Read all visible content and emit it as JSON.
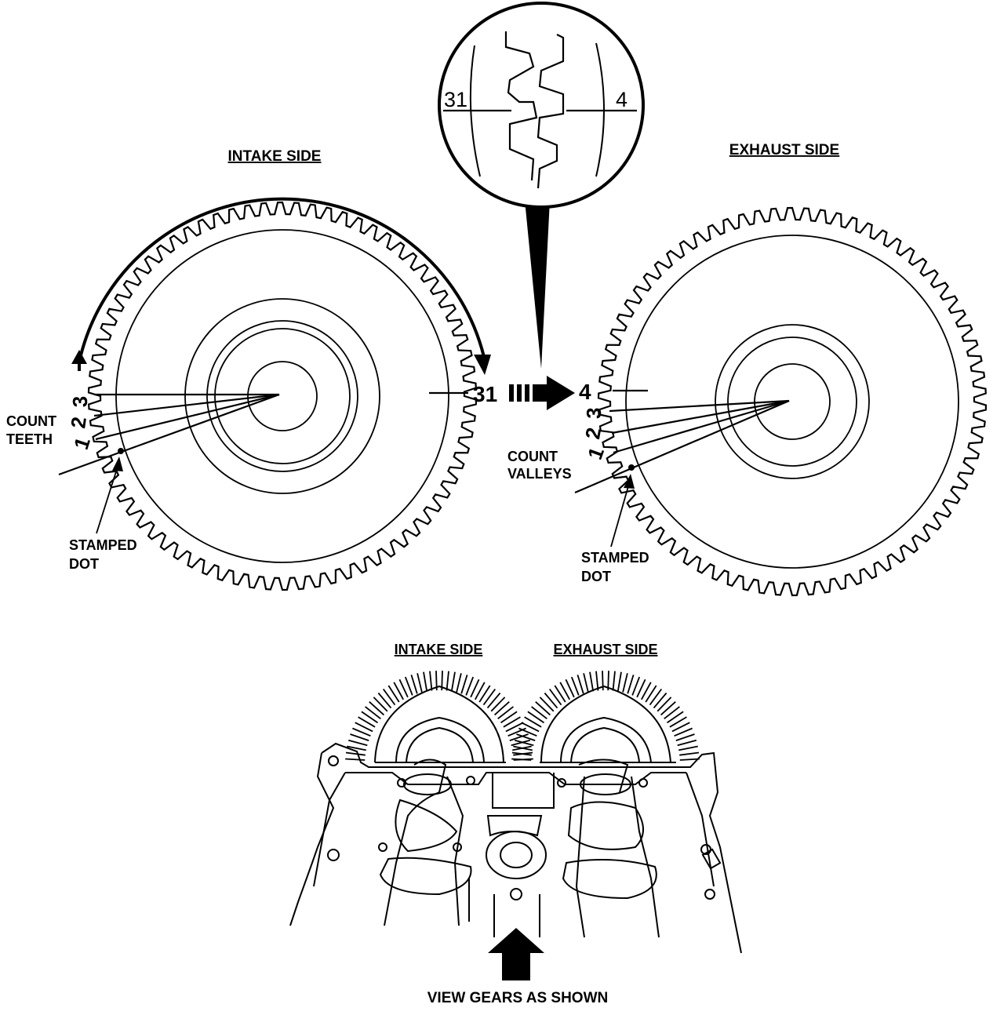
{
  "labels": {
    "intake_side": "INTAKE SIDE",
    "exhaust_side": "EXHAUST SIDE",
    "count_teeth_1": "COUNT",
    "count_teeth_2": "TEETH",
    "count_valleys_1": "COUNT",
    "count_valleys_2": "VALLEYS",
    "stamped_dot_1": "STAMPED",
    "stamped_dot_2": "DOT",
    "bottom_intake_side": "INTAKE SIDE",
    "bottom_exhaust_side": "EXHAUST SIDE",
    "view_gears": "VIEW GEARS AS SHOWN"
  },
  "numbers": {
    "intake_1": "1",
    "intake_2": "2",
    "intake_3": "3",
    "intake_31": "31",
    "exhaust_1": "1",
    "exhaust_2": "2",
    "exhaust_3": "3",
    "exhaust_4": "4",
    "magnifier_31": "31",
    "magnifier_4": "4"
  },
  "gears": {
    "intake_teeth": 74,
    "exhaust_teeth": 74
  },
  "colors": {
    "ink": "#000000",
    "paper": "#ffffff"
  }
}
